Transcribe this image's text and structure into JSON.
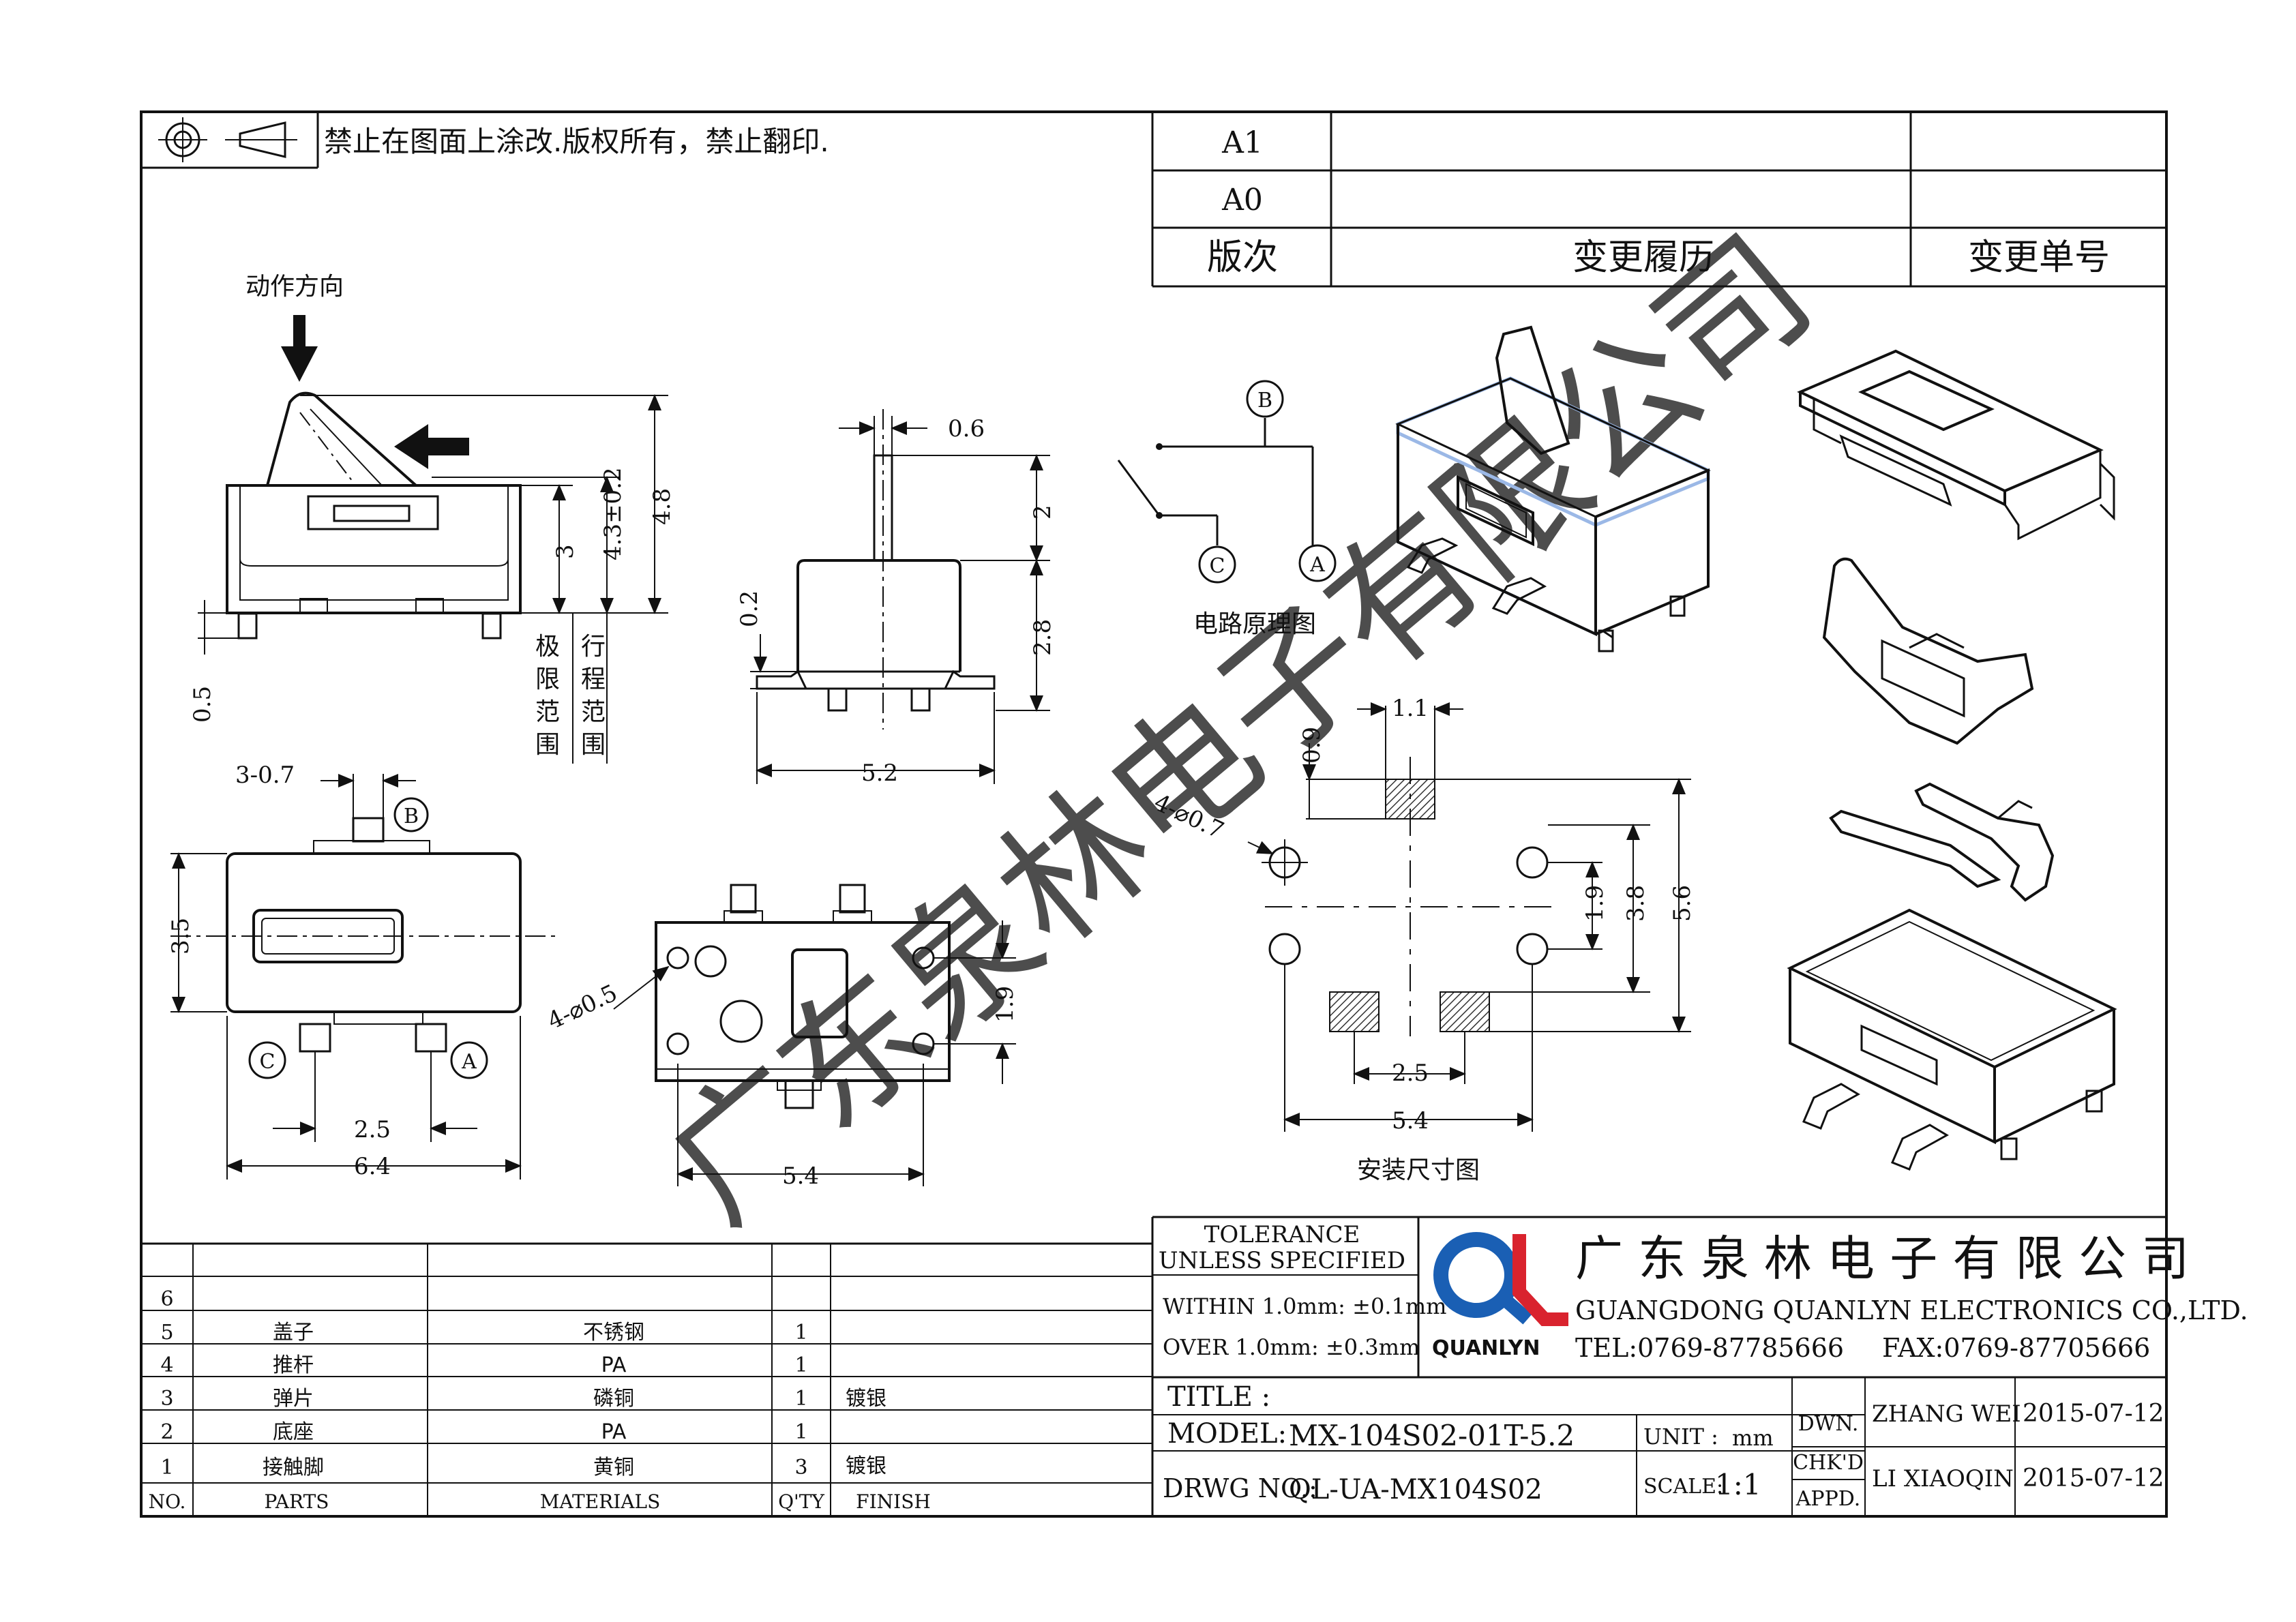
{
  "notice": "禁止在图面上涂改.版权所有，禁止翻印.",
  "revision_table": {
    "rows": [
      {
        "rev": "A1",
        "history": "",
        "number": ""
      },
      {
        "rev": "A0",
        "history": "",
        "number": ""
      }
    ],
    "header": {
      "rev": "版次",
      "history": "变更履历",
      "number": "变更单号"
    }
  },
  "views": {
    "action_direction": "动作方向",
    "side_dims": {
      "d48": "4.8",
      "d43": "4.3±0.2",
      "d3": "3",
      "d05": "0.5",
      "limit_range": "极限范围",
      "travel_range": "行程范围"
    },
    "front_dims": {
      "d06": "0.6",
      "d2": "2",
      "d02": "0.2",
      "d28": "2.8",
      "d52": "5.2"
    },
    "top_dims": {
      "d3_07": "3-0.7",
      "d35": "3.5",
      "d25": "2.5",
      "d64": "6.4",
      "pin_b": "B",
      "pin_c": "C",
      "pin_a": "A"
    },
    "bottom_dims": {
      "holes": "4-⌀0.5",
      "d19": "1.9",
      "d54": "5.4"
    },
    "circuit": {
      "label": "电路原理图",
      "b": "B",
      "c": "C",
      "a": "A"
    },
    "install": {
      "label": "安装尺寸图",
      "d11": "1.1",
      "d09": "0.9",
      "holes": "4-⌀0.7",
      "d19": "1.9",
      "d38": "3.8",
      "d56": "5.6",
      "d25": "2.5",
      "d54": "5.4"
    }
  },
  "watermark": "广东泉林电子有限公司",
  "bom": {
    "header": {
      "no": "NO.",
      "part": "PARTS",
      "material": "MATERIALS",
      "qty": "Q'TY",
      "finish": "FINISH"
    },
    "rows": [
      {
        "no": "6",
        "part": "",
        "material": "",
        "qty": "",
        "finish": ""
      },
      {
        "no": "5",
        "part": "盖子",
        "material": "不锈钢",
        "qty": "1",
        "finish": ""
      },
      {
        "no": "4",
        "part": "推杆",
        "material": "PA",
        "qty": "1",
        "finish": ""
      },
      {
        "no": "3",
        "part": "弹片",
        "material": "磷铜",
        "qty": "1",
        "finish": "镀银"
      },
      {
        "no": "2",
        "part": "底座",
        "material": "PA",
        "qty": "1",
        "finish": ""
      },
      {
        "no": "1",
        "part": "接触脚",
        "material": "黄铜",
        "qty": "3",
        "finish": "镀银"
      }
    ]
  },
  "title_block": {
    "tolerance_1": "TOLERANCE",
    "tolerance_2": "UNLESS SPECIFIED",
    "within": "WITHIN 1.0mm: ±0.1mm",
    "over": "OVER 1.0mm:   ±0.3mm",
    "company_cn": "广 东 泉 林 电 子 有 限 公 司",
    "company_en": "GUANGDONG QUANLYN ELECTRONICS CO.,LTD.",
    "logo_text": "QUANLYN",
    "tel": "TEL:0769-87785666",
    "fax": "FAX:0769-87705666",
    "title_label": "TITLE :",
    "model_label": "MODEL:",
    "model": "MX-104S02-01T-5.2",
    "drwg_label": "DRWG NO.:",
    "drwg": "QL-UA-MX104S02",
    "unit_label": "UNIT :",
    "unit": "mm",
    "scale_label": "SCALE:",
    "scale": "1:1",
    "dwn": "DWN.",
    "chkd": "CHK'D",
    "appd": "APPD.",
    "drawn_by": "ZHANG WEI",
    "checked_by": "LI XIAOQIN",
    "date1": "2015-07-12",
    "date2": "2015-07-12"
  },
  "colors": {
    "line": "#111111",
    "logo_blue": "#1a5fb4",
    "logo_red": "#d9232e",
    "watermark": "#c8c8c8",
    "highlight": "#9bb8e6"
  }
}
